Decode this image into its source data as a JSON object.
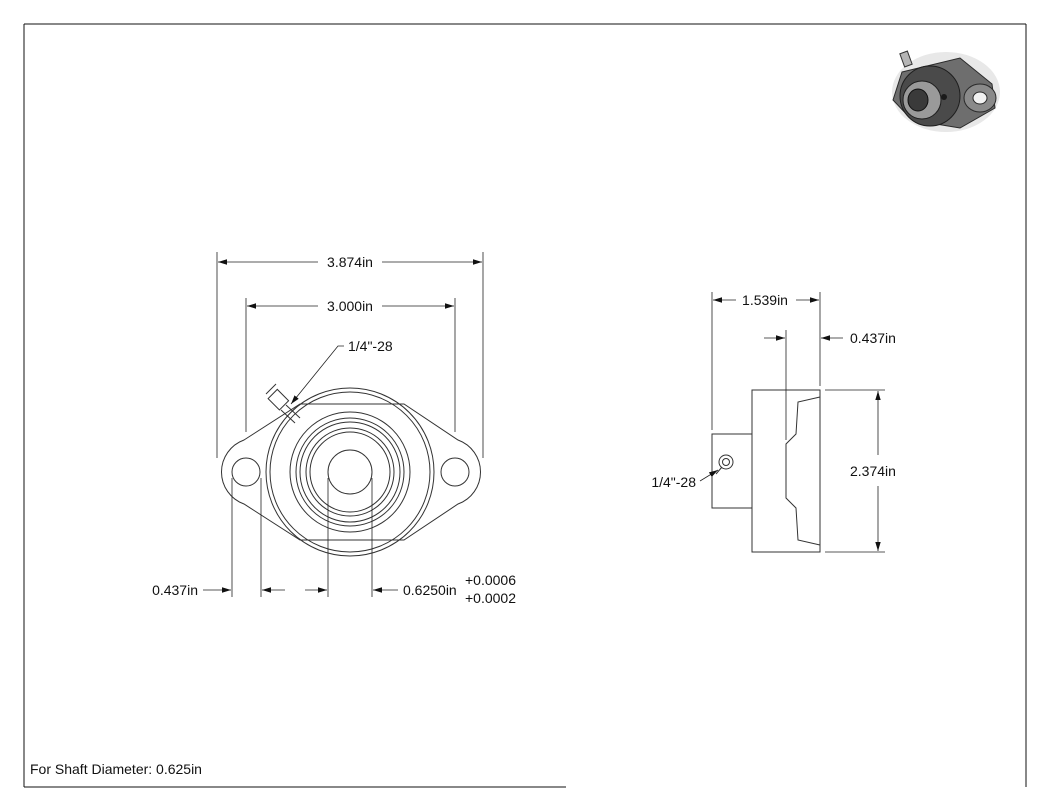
{
  "front_view": {
    "overall_width": "3.874in",
    "bolt_spacing": "3.000in",
    "grease_fitting_thread": "1/4\"-28",
    "bolt_hole_diameter": "0.437in",
    "bore_diameter": "0.6250in",
    "bore_tol_upper": "+0.0006",
    "bore_tol_lower": "+0.0002"
  },
  "side_view": {
    "overall_depth": "1.539in",
    "flange_thickness": "0.437in",
    "height": "2.374in",
    "grease_fitting_thread": "1/4\"-28"
  },
  "footer": {
    "shaft_note": "For Shaft Diameter: 0.625in"
  },
  "preview_icon": "flange-bearing-3d-preview"
}
